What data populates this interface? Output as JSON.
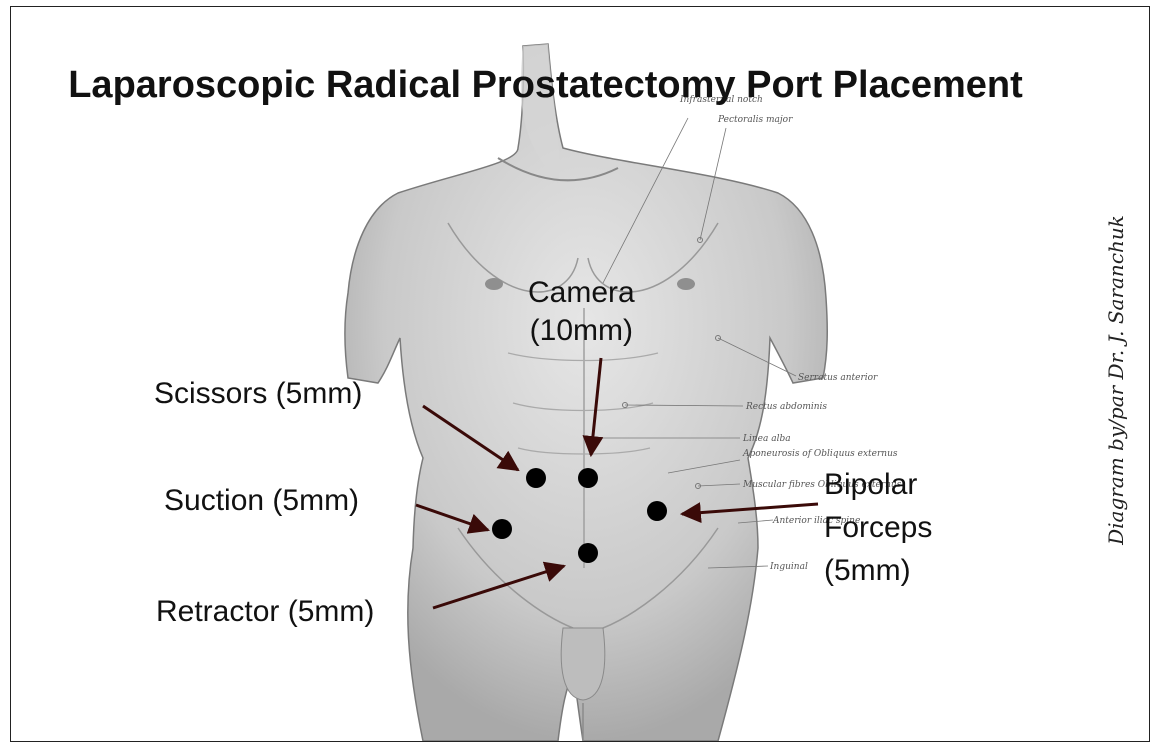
{
  "title": "Laparoscopic Radical Prostatectomy Port Placement",
  "credit": "Diagram by/par Dr. J. Saranchuk",
  "ports": [
    {
      "label": "Camera\n(10mm)"
    },
    {
      "label": "Scissors (5mm)"
    },
    {
      "label": "Suction (5mm)"
    },
    {
      "label": "Retractor (5mm)"
    },
    {
      "label": "Bipolar\nForceps\n(5mm)"
    }
  ],
  "anatomy_labels": {
    "notch": "Infrasternal notch",
    "pectoralis": "Pectoralis major",
    "serratus": "Serratus anterior",
    "rectus": "Rectus abdominis",
    "linea": "Linea alba",
    "aponeurosis": "Aponeurosis of Obliquus externus",
    "muscular": "Muscular fibres Obliquus externus",
    "iliac": "Anterior iliac spine",
    "inguinal": "Inguinal"
  }
}
